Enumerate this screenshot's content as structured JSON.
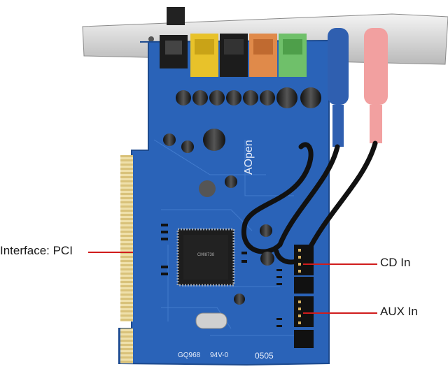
{
  "callouts": {
    "pci": "Interface: PCI",
    "cd": "CD In",
    "aux": "AUX In"
  },
  "colors": {
    "pcb": "#2a63b8",
    "bracket": "#d9d9d9",
    "gold": "#e9d59a",
    "callout_line": "#d01c1c",
    "jack_yellow": "#e8c22a",
    "jack_black": "#1c1c1c",
    "jack_orange": "#e08a4a",
    "jack_green": "#6fc06a",
    "plug_blue": "#2f5fb0",
    "plug_pink": "#f2a0a0"
  },
  "board": {
    "model": "GQ968",
    "rating": "94V-0",
    "code": "0505",
    "brand": "AOpen"
  }
}
